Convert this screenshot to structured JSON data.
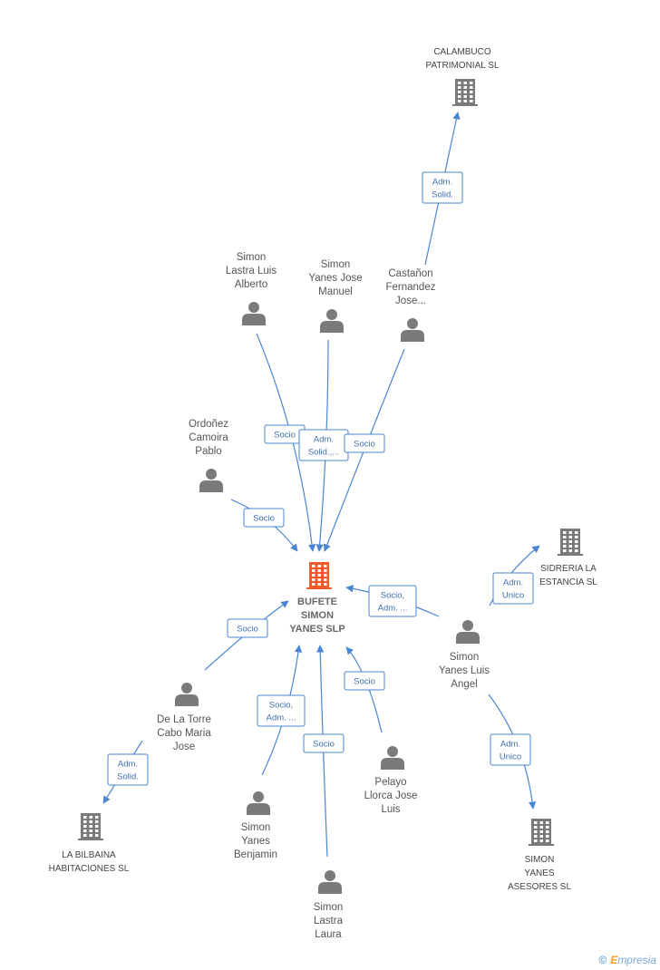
{
  "center": {
    "lines": [
      "BUFETE",
      "SIMON",
      "YANES SLP"
    ],
    "color": "#f05a28"
  },
  "colors": {
    "edge": "#4a86d1",
    "person": "#7a7a7a",
    "company": "#7a7a7a",
    "center": "#f05a28"
  },
  "nodes": [
    {
      "id": "calambuco",
      "type": "company",
      "lines": [
        "CALAMBUCO",
        "PATRIMONIAL SL"
      ]
    },
    {
      "id": "lastra-luis-alberto",
      "type": "person",
      "lines": [
        "Simon",
        "Lastra Luis",
        "Alberto"
      ]
    },
    {
      "id": "yanes-jose-manuel",
      "type": "person",
      "lines": [
        "Simon",
        "Yanes Jose",
        "Manuel"
      ]
    },
    {
      "id": "castanon",
      "type": "person",
      "lines": [
        "Castañon",
        "Fernandez",
        "Jose..."
      ]
    },
    {
      "id": "ordonez",
      "type": "person",
      "lines": [
        "Ordoñez",
        "Camoira",
        "Pablo"
      ]
    },
    {
      "id": "sidreria",
      "type": "company",
      "lines": [
        "SIDRERIA LA",
        "ESTANCIA SL"
      ]
    },
    {
      "id": "yanes-luis-angel",
      "type": "person",
      "lines": [
        "Simon",
        "Yanes Luis",
        "Angel"
      ]
    },
    {
      "id": "de-la-torre",
      "type": "person",
      "lines": [
        "De La Torre",
        "Cabo Maria",
        "Jose"
      ]
    },
    {
      "id": "la-bilbaina",
      "type": "company",
      "lines": [
        "LA BILBAINA",
        "HABITACIONES SL"
      ]
    },
    {
      "id": "yanes-benjamin",
      "type": "person",
      "lines": [
        "Simon",
        "Yanes",
        "Benjamin"
      ]
    },
    {
      "id": "lastra-laura",
      "type": "person",
      "lines": [
        "Simon",
        "Lastra",
        "Laura"
      ]
    },
    {
      "id": "pelayo",
      "type": "person",
      "lines": [
        "Pelayo",
        "Llorca Jose",
        "Luis"
      ]
    },
    {
      "id": "simon-yanes-asesores",
      "type": "company",
      "lines": [
        "SIMON",
        "YANES",
        "ASESORES SL"
      ]
    }
  ],
  "edges": [
    {
      "id": "castanon-calambuco",
      "lines": [
        "Adm.",
        "Solid."
      ]
    },
    {
      "id": "lastra-luis-alberto-center",
      "lines": [
        "Socio"
      ]
    },
    {
      "id": "yanes-jose-manuel-center",
      "lines": [
        "Adm.",
        "Solid.,..."
      ]
    },
    {
      "id": "castanon-center",
      "lines": [
        "Socio"
      ]
    },
    {
      "id": "ordonez-center",
      "lines": [
        "Socio"
      ]
    },
    {
      "id": "yanes-luis-angel-center",
      "lines": [
        "Socio,",
        "Adm. ..."
      ]
    },
    {
      "id": "yanes-luis-angel-sidreria",
      "lines": [
        "Adm.",
        "Unico"
      ]
    },
    {
      "id": "yanes-luis-angel-asesores",
      "lines": [
        "Adm.",
        "Unico"
      ]
    },
    {
      "id": "de-la-torre-center",
      "lines": [
        "Socio"
      ]
    },
    {
      "id": "de-la-torre-bilbaina",
      "lines": [
        "Adm.",
        "Solid."
      ]
    },
    {
      "id": "yanes-benjamin-center",
      "lines": [
        "Socio,",
        "Adm. ..."
      ]
    },
    {
      "id": "lastra-laura-center",
      "lines": [
        "Socio"
      ]
    },
    {
      "id": "pelayo-center",
      "lines": [
        "Socio"
      ]
    }
  ],
  "watermark": {
    "symbol": "©",
    "initial": "E",
    "rest": "mpresia"
  }
}
